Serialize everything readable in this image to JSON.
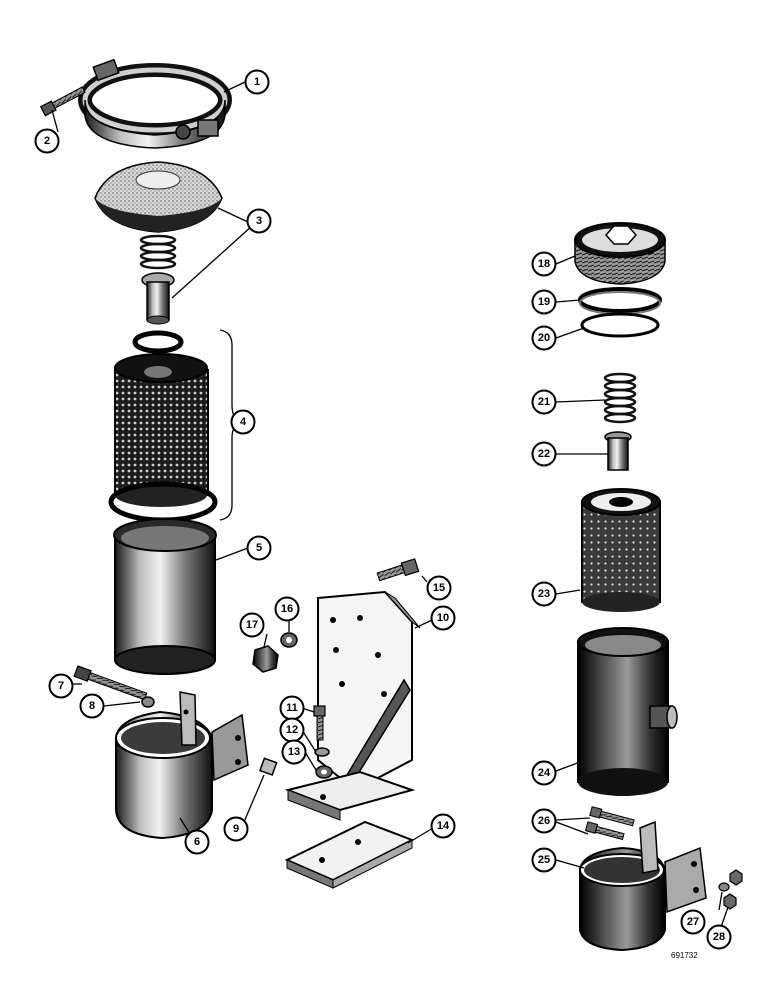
{
  "figure_code": "691732",
  "callouts": {
    "c1": "1",
    "c2": "2",
    "c3": "3",
    "c4": "4",
    "c5": "5",
    "c6": "6",
    "c7": "7",
    "c8": "8",
    "c9": "9",
    "c10": "10",
    "c11": "11",
    "c12": "12",
    "c13": "13",
    "c14": "14",
    "c15": "15",
    "c16": "16",
    "c17": "17",
    "c18": "18",
    "c19": "19",
    "c20": "20",
    "c21": "21",
    "c22": "22",
    "c23": "23",
    "c24": "24",
    "c25": "25",
    "c26": "26",
    "c27": "27",
    "c28": "28"
  }
}
